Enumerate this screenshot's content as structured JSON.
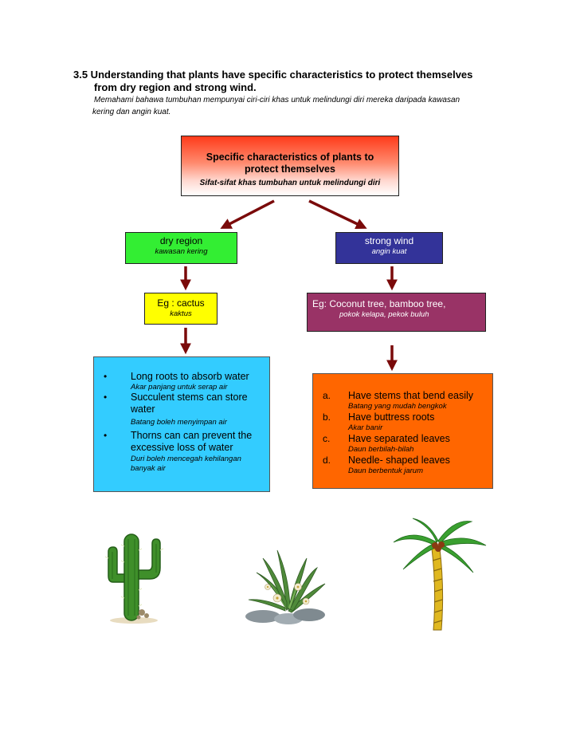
{
  "heading": {
    "line1": "3.5  Understanding that plants have specific characteristics to protect themselves",
    "line2": "from dry region and  strong wind.",
    "sub1": "Memahami bahawa tumbuhan mempunyai ciri-ciri khas untuk melindungi diri  mereka daripada kawasan",
    "sub2": "kering dan angin kuat."
  },
  "main_box": {
    "title_line1": "Specific characteristics of plants to",
    "title_line2": "protect themselves",
    "subtitle": "Sifat-sifat khas tumbuhan untuk melindungi diri"
  },
  "dry_region": {
    "label": "dry region",
    "sub": "kawasan kering"
  },
  "strong_wind": {
    "label": "strong wind",
    "sub": "angin kuat"
  },
  "cactus": {
    "label": "Eg : cactus",
    "sub": "kaktus"
  },
  "coconut": {
    "label": "Eg:  Coconut tree, bamboo tree,",
    "sub": "pokok kelapa, pekok buluh"
  },
  "dry_features": [
    {
      "marker": "•",
      "line1": "Long roots to absorb water",
      "line2": "",
      "sub1": "Akar panjang untuk serap air",
      "sub2": ""
    },
    {
      "marker": "•",
      "line1": "Succulent stems can store",
      "line2": "water",
      "sub1": "Batang boleh menyimpan air",
      "sub2": ""
    },
    {
      "marker": "•",
      "line1": "Thorns can can prevent the",
      "line2": "excessive loss of water",
      "sub1": "Duri boleh mencegah kehilangan",
      "sub2": "banyak air"
    }
  ],
  "wind_features": [
    {
      "marker": "a.",
      "line1": "Have stems that bend easily",
      "sub1": "Batang yang mudah bengkok"
    },
    {
      "marker": "b.",
      "line1": "Have buttress roots",
      "sub1": "Akar  banir"
    },
    {
      "marker": "c.",
      "line1": "Have separated leaves",
      "sub1": "Daun berbilah-bilah"
    },
    {
      "marker": "d.",
      "line1": "Needle- shaped leaves",
      "sub1": "Daun berbentuk jarum"
    }
  ],
  "colors": {
    "arrow": "#7a0a0a",
    "dry_box": "#33ee33",
    "wind_box": "#333399",
    "cactus_box": "#ffff00",
    "coconut_box": "#993366",
    "dry_features_box": "#33ccff",
    "wind_features_box": "#ff6600"
  },
  "illustrations": [
    "cactus-illustration",
    "desert-shrub-illustration",
    "palm-tree-illustration"
  ]
}
